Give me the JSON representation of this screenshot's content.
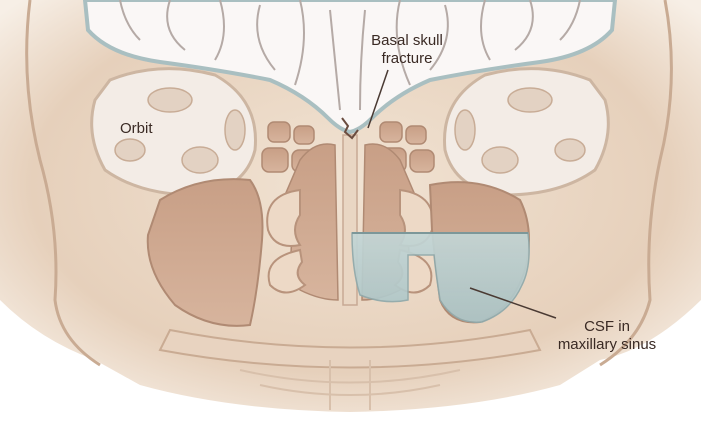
{
  "labels": {
    "fracture_line1": "Basal skull",
    "fracture_line2": "fracture",
    "orbit": "Orbit",
    "csf_line1": "CSF in",
    "csf_line2": "maxillary sinus"
  },
  "colors": {
    "background": "#ffffff",
    "bone": "#eddcc9",
    "bone_dark": "#d9bfa7",
    "sinus_cavity": "#c79f86",
    "brain": "#faf7f6",
    "brain_outline": "#a9bfc1",
    "csf_fluid": "#b9cfd0",
    "leader_line": "#4a3a33"
  }
}
